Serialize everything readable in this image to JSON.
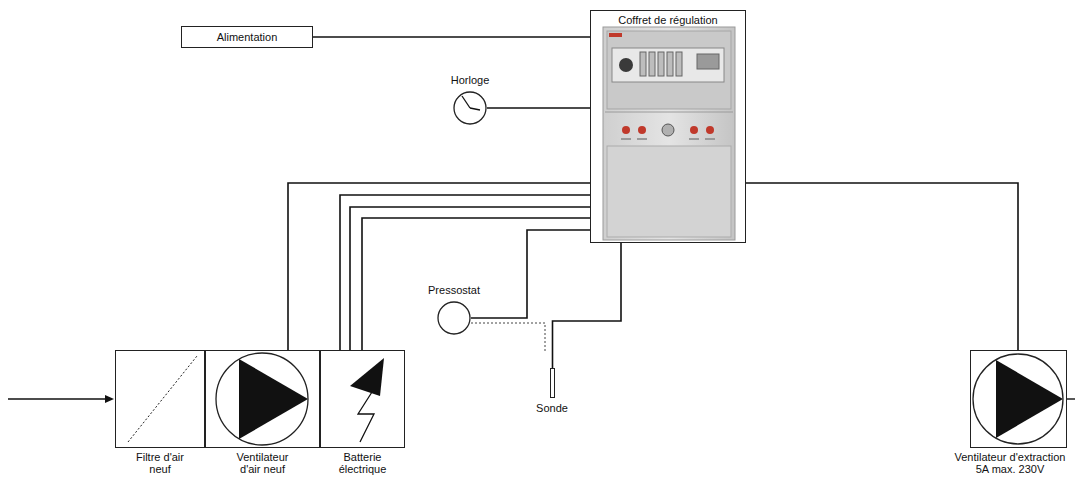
{
  "diagram": {
    "nodes": [
      {
        "text": [
          "Alimentation"
        ]
      },
      {
        "text": [
          "Coffret de régulation"
        ]
      },
      {
        "text": [
          "Horloge"
        ]
      },
      {
        "text": [
          "Pressostat"
        ]
      },
      {
        "text": [
          "Sonde"
        ]
      },
      {
        "text": [
          "Filtre d'air neuf"
        ]
      },
      {
        "text": [
          "Ventilateur d'air neuf"
        ]
      },
      {
        "text": [
          "Batterie électrique"
        ]
      },
      {
        "text": [
          "Ventilateur d'extraction",
          "5A max. 230V"
        ]
      }
    ],
    "edges": [
      {
        "from": 0,
        "to": 1,
        "arrow": "none"
      },
      {
        "from": 2,
        "to": 1,
        "arrow": "none"
      },
      {
        "from": 1,
        "to": 6,
        "arrow": "none"
      },
      {
        "from": 1,
        "to": 7,
        "arrow": "none"
      },
      {
        "from": 1,
        "to": 7,
        "arrow": "none"
      },
      {
        "from": 1,
        "to": 7,
        "arrow": "none"
      },
      {
        "from": 1,
        "to": 3,
        "arrow": "none"
      },
      {
        "from": 1,
        "to": 4,
        "arrow": "none"
      },
      {
        "from": 1,
        "to": 8,
        "arrow": "none"
      }
    ]
  }
}
